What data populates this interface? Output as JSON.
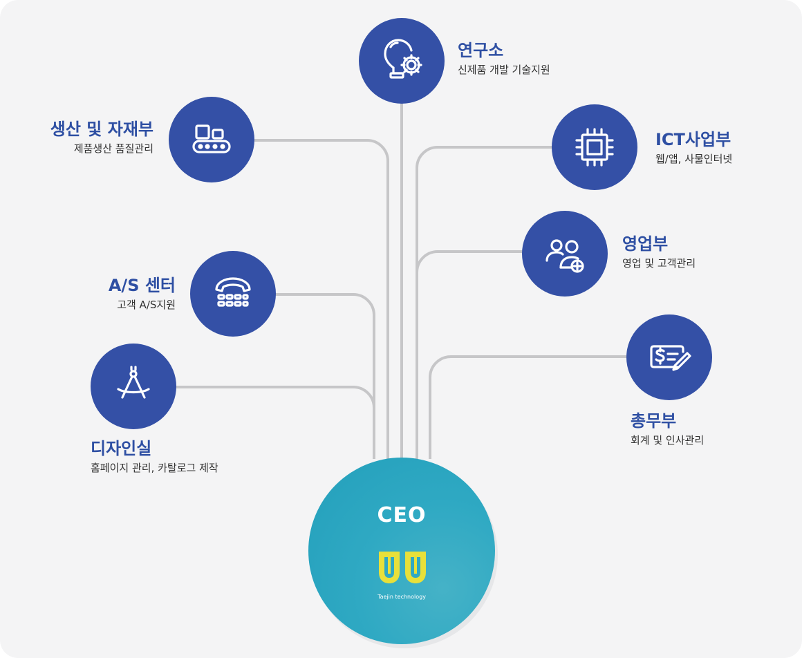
{
  "ceo": {
    "title": "CEO",
    "logo_text": "Taejin technology"
  },
  "departments": [
    {
      "id": "rnd",
      "name": "연구소",
      "desc": "신제품 개발 기술지원",
      "icon": "lightbulb-gear-icon"
    },
    {
      "id": "production",
      "name": "생산 및 자재부",
      "desc": "제품생산 품질관리",
      "icon": "conveyor-belt-icon"
    },
    {
      "id": "ict",
      "name": "ICT사업부",
      "desc": "웹/앱, 사물인터넷",
      "icon": "microchip-icon"
    },
    {
      "id": "sales",
      "name": "영업부",
      "desc": "영업 및 고객관리",
      "icon": "users-add-icon"
    },
    {
      "id": "as",
      "name": "A/S 센터",
      "desc": "고객 A/S지원",
      "icon": "telephone-icon"
    },
    {
      "id": "admin",
      "name": "총무부",
      "desc": "회계 및 인사관리",
      "icon": "check-dollar-pen-icon"
    },
    {
      "id": "design",
      "name": "디자인실",
      "desc": "홈페이지 관리, 카탈로그 제작",
      "icon": "drafting-compass-icon"
    }
  ],
  "colors": {
    "node": "#3450a6",
    "label": "#2e4fa3",
    "ceo": "#2fa9c3",
    "line": "#c6c6c8",
    "logo": "#e8e03a"
  }
}
